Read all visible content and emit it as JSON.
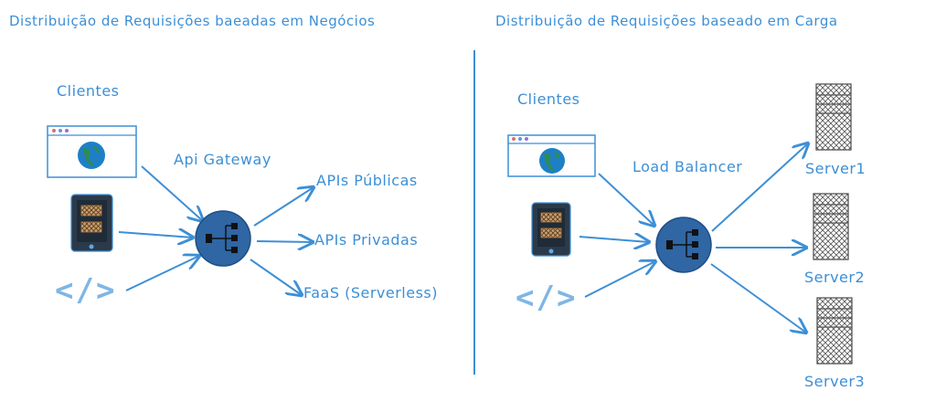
{
  "left": {
    "title": "Distribuição de Requisições baeadas em Negócios",
    "clients_label": "Clientes",
    "hub_label": "Api Gateway",
    "targets": [
      "APIs Públicas",
      "APIs Privadas",
      "FaaS (Serverless)"
    ]
  },
  "right": {
    "title": "Distribuição de Requisições baseado em Carga",
    "clients_label": "Clientes",
    "hub_label": "Load Balancer",
    "servers": [
      "Server1",
      "Server2",
      "Server3"
    ]
  },
  "code_glyph": "</>",
  "colors": {
    "accent": "#3d8fd6",
    "hub_fill": "#2f66a3",
    "phone_fill": "#2b3a4a",
    "globe": "#1e7fc7",
    "continent": "#2e8b57",
    "server_fill": "#e9ecef"
  }
}
